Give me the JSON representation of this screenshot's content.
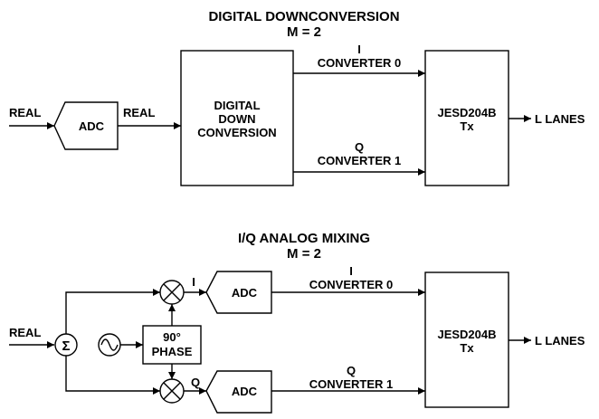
{
  "top": {
    "title": "DIGITAL DOWNCONVERSION",
    "subtitle": "M = 2",
    "input_label": "REAL",
    "adc_label": "ADC",
    "adc_output_label": "REAL",
    "ddc_line1": "DIGITAL",
    "ddc_line2": "DOWN",
    "ddc_line3": "CONVERSION",
    "i_label": "I",
    "converter0_label": "CONVERTER 0",
    "q_label": "Q",
    "converter1_label": "CONVERTER 1",
    "jesd_line1": "JESD204B",
    "jesd_line2": "Tx",
    "output_label": "L LANES"
  },
  "bottom": {
    "title": "I/Q ANALOG MIXING",
    "subtitle": "M = 2",
    "input_label": "REAL",
    "sum_symbol": "Σ",
    "phase_line1": "90°",
    "phase_line2": "PHASE",
    "i_path_label": "I",
    "q_path_label": "Q",
    "adc_i_label": "ADC",
    "adc_q_label": "ADC",
    "i_label": "I",
    "converter0_label": "CONVERTER 0",
    "q_label": "Q",
    "converter1_label": "CONVERTER 1",
    "jesd_line1": "JESD204B",
    "jesd_line2": "Tx",
    "output_label": "L LANES"
  }
}
